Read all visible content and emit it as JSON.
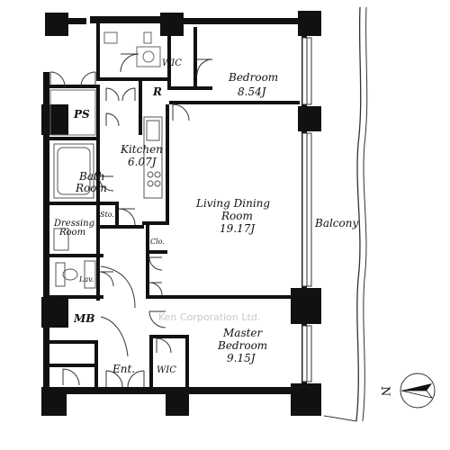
{
  "rooms": {
    "wic_top": "WIC",
    "bedroom_name": "Bedroom",
    "bedroom_size": "8.54J",
    "ps": "PS",
    "r": "R",
    "kitchen_name": "Kitchen",
    "kitchen_size": "6.07J",
    "bath_line1": "Bath",
    "bath_line2": "Room",
    "dressing_line1": "Dressing",
    "dressing_line2": "Room",
    "sto": "Sto.",
    "clo": "Clo.",
    "lav": "Lav.",
    "living_line1": "Living Dining",
    "living_line2": "Room",
    "living_size": "19.17J",
    "balcony": "Balcony",
    "mb": "MB",
    "master_line1": "Master",
    "master_line2": "Bedroom",
    "master_size": "9.15J",
    "wic_bottom": "WIC",
    "entrance": "Ent."
  },
  "watermark": "Ken Corporation Ltd.",
  "compass": {
    "letter": "N"
  },
  "colors": {
    "wall": "#111111",
    "line": "#333333",
    "fixture": "#666666",
    "watermark": "#c8c8c8"
  }
}
